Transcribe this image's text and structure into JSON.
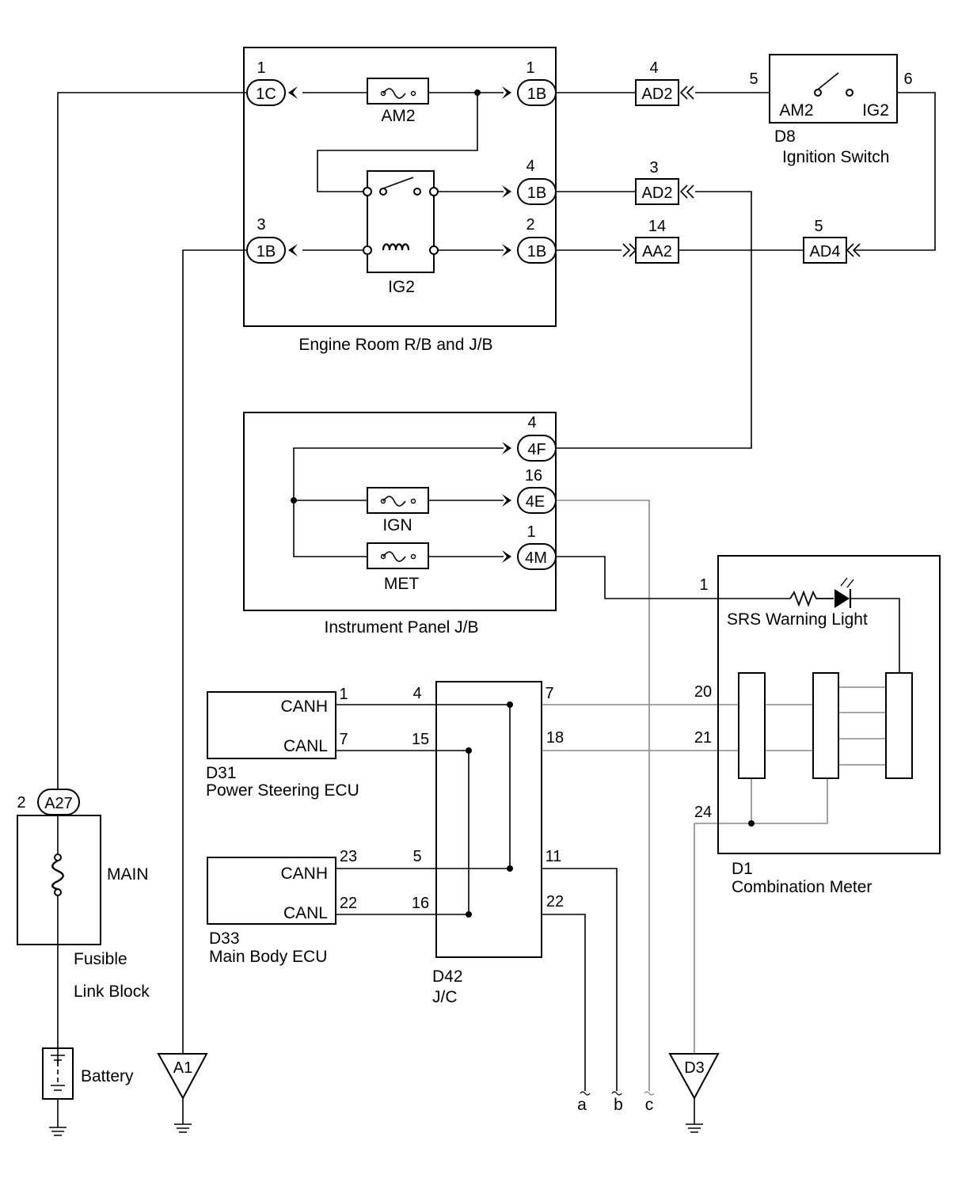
{
  "boxes": {
    "engine_room": "Engine Room R/B and J/B",
    "instrument_panel": "Instrument Panel J/B",
    "fusible_link": "Fusible",
    "fusible_link_2": "Link Block",
    "battery": "Battery",
    "ignition_switch_code": "D8",
    "ignition_switch": "Ignition Switch",
    "combination_meter_code": "D1",
    "combination_meter": "Combination Meter",
    "power_steering_code": "D31",
    "power_steering": "Power Steering ECU",
    "main_body_code": "D33",
    "main_body": "Main Body ECU",
    "jc_code": "D42",
    "jc": "J/C"
  },
  "components": {
    "am2_fuse": "AM2",
    "ig2_relay": "IG2",
    "ign_fuse": "IGN",
    "met_fuse": "MET",
    "main_fuse": "MAIN",
    "sw_am2": "AM2",
    "sw_ig2": "IG2",
    "srs_light": "SRS Warning Light",
    "canh": "CANH",
    "canl": "CANL"
  },
  "connectors": {
    "c1C": "1C",
    "c1B": "1B",
    "c4F": "4F",
    "c4E": "4E",
    "c4M": "4M",
    "AD2": "AD2",
    "AA2": "AA2",
    "AD4": "AD4",
    "A27": "A27"
  },
  "pins": {
    "p1C": "1",
    "p1B_a": "1",
    "p1B_b": "4",
    "p1B_c": "2",
    "p1B_left": "3",
    "pAD2_a": "4",
    "pAD2_b": "3",
    "pAA2": "14",
    "pAD4": "5",
    "pSw5": "5",
    "pSw6": "6",
    "p4F": "4",
    "p4E": "16",
    "p4M": "1",
    "pSRS": "1",
    "pA27": "2",
    "pPS_h": "1",
    "pPS_l": "7",
    "pMB_h": "23",
    "pMB_l": "22",
    "pJ4": "4",
    "pJ15": "15",
    "pJ5": "5",
    "pJ16": "16",
    "pJ7": "7",
    "pJ18": "18",
    "pJ11": "11",
    "pJ22": "22",
    "pM20": "20",
    "pM21": "21",
    "pM24": "24"
  },
  "grounds": {
    "A1": "A1",
    "D3": "D3"
  },
  "wire_ends": {
    "a": "a",
    "b": "b",
    "c": "c"
  }
}
